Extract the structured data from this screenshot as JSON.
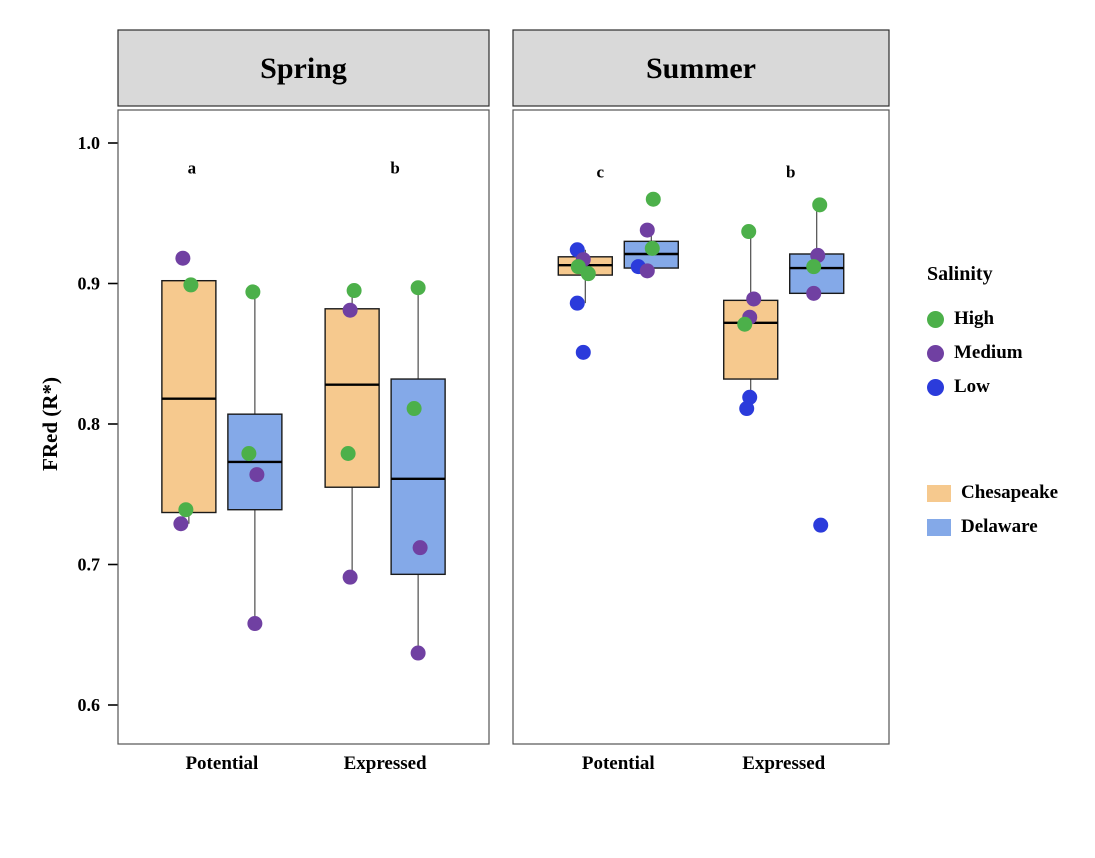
{
  "chart_data": {
    "type": "boxplot",
    "facet_titles": [
      "Spring",
      "Summer"
    ],
    "ylabel": "FRed (R*)",
    "ylim": [
      0.585,
      1.02
    ],
    "yticks": [
      1.0,
      0.9,
      0.8,
      0.7,
      0.6
    ],
    "ytick_labels": [
      "1.0",
      "0.9",
      "0.8",
      "0.7",
      "0.6"
    ],
    "x_categories": [
      "Potential",
      "Expressed"
    ],
    "fill_by": "estuary",
    "point_color_by": "salinity",
    "grid": false,
    "legend_position": "right",
    "panels": [
      {
        "label": "Spring",
        "groups": [
          {
            "category": "Potential",
            "letter": {
              "text": "a",
              "y": 0.982,
              "dx": -30
            },
            "boxes": [
              {
                "estuary": "Chesapeake",
                "q1": 0.737,
                "median": 0.818,
                "q3": 0.902,
                "whisker_low": 0.729,
                "whisker_high": 0.902,
                "points": [
                  {
                    "salinity": "Medium",
                    "value": 0.918,
                    "dx": -6
                  },
                  {
                    "salinity": "High",
                    "value": 0.899,
                    "dx": 2
                  },
                  {
                    "salinity": "High",
                    "value": 0.739,
                    "dx": -3
                  },
                  {
                    "salinity": "Medium",
                    "value": 0.729,
                    "dx": -8
                  }
                ]
              },
              {
                "estuary": "Delaware",
                "q1": 0.739,
                "median": 0.773,
                "q3": 0.807,
                "whisker_low": 0.658,
                "whisker_high": 0.894,
                "points": [
                  {
                    "salinity": "High",
                    "value": 0.894,
                    "dx": -2
                  },
                  {
                    "salinity": "High",
                    "value": 0.779,
                    "dx": -6
                  },
                  {
                    "salinity": "Medium",
                    "value": 0.764,
                    "dx": 2
                  },
                  {
                    "salinity": "Medium",
                    "value": 0.658,
                    "dx": 0
                  }
                ]
              }
            ]
          },
          {
            "category": "Expressed",
            "letter": {
              "text": "b",
              "y": 0.982,
              "dx": 10
            },
            "boxes": [
              {
                "estuary": "Chesapeake",
                "q1": 0.755,
                "median": 0.828,
                "q3": 0.882,
                "whisker_low": 0.691,
                "whisker_high": 0.895,
                "points": [
                  {
                    "salinity": "High",
                    "value": 0.895,
                    "dx": 2
                  },
                  {
                    "salinity": "Medium",
                    "value": 0.881,
                    "dx": -2
                  },
                  {
                    "salinity": "High",
                    "value": 0.779,
                    "dx": -4
                  },
                  {
                    "salinity": "Medium",
                    "value": 0.691,
                    "dx": -2
                  }
                ]
              },
              {
                "estuary": "Delaware",
                "q1": 0.693,
                "median": 0.761,
                "q3": 0.832,
                "whisker_low": 0.637,
                "whisker_high": 0.897,
                "points": [
                  {
                    "salinity": "High",
                    "value": 0.897,
                    "dx": 0
                  },
                  {
                    "salinity": "High",
                    "value": 0.811,
                    "dx": -4
                  },
                  {
                    "salinity": "Medium",
                    "value": 0.712,
                    "dx": 2
                  },
                  {
                    "salinity": "Medium",
                    "value": 0.637,
                    "dx": 0
                  }
                ]
              }
            ]
          }
        ]
      },
      {
        "label": "Summer",
        "groups": [
          {
            "category": "Potential",
            "letter": {
              "text": "c",
              "y": 0.979,
              "dx": -18
            },
            "boxes": [
              {
                "estuary": "Chesapeake",
                "q1": 0.906,
                "median": 0.913,
                "q3": 0.919,
                "whisker_low": 0.886,
                "whisker_high": 0.924,
                "points": [
                  {
                    "salinity": "Low",
                    "value": 0.924,
                    "dx": -8
                  },
                  {
                    "salinity": "Medium",
                    "value": 0.917,
                    "dx": -2
                  },
                  {
                    "salinity": "High",
                    "value": 0.912,
                    "dx": -7
                  },
                  {
                    "salinity": "High",
                    "value": 0.907,
                    "dx": 3
                  },
                  {
                    "salinity": "Low",
                    "value": 0.886,
                    "dx": -8
                  },
                  {
                    "salinity": "Low",
                    "value": 0.851,
                    "dx": -2
                  }
                ]
              },
              {
                "estuary": "Delaware",
                "q1": 0.911,
                "median": 0.921,
                "q3": 0.93,
                "whisker_low": 0.908,
                "whisker_high": 0.938,
                "points": [
                  {
                    "salinity": "High",
                    "value": 0.96,
                    "dx": 2
                  },
                  {
                    "salinity": "Medium",
                    "value": 0.938,
                    "dx": -4
                  },
                  {
                    "salinity": "High",
                    "value": 0.925,
                    "dx": 1
                  },
                  {
                    "salinity": "Low",
                    "value": 0.912,
                    "dx": -13
                  },
                  {
                    "salinity": "Medium",
                    "value": 0.909,
                    "dx": -4
                  }
                ]
              }
            ]
          },
          {
            "category": "Expressed",
            "letter": {
              "text": "b",
              "y": 0.979,
              "dx": 7
            },
            "boxes": [
              {
                "estuary": "Chesapeake",
                "q1": 0.832,
                "median": 0.872,
                "q3": 0.888,
                "whisker_low": 0.812,
                "whisker_high": 0.937,
                "points": [
                  {
                    "salinity": "High",
                    "value": 0.937,
                    "dx": -2
                  },
                  {
                    "salinity": "Medium",
                    "value": 0.889,
                    "dx": 3
                  },
                  {
                    "salinity": "Medium",
                    "value": 0.876,
                    "dx": -1
                  },
                  {
                    "salinity": "High",
                    "value": 0.871,
                    "dx": -6
                  },
                  {
                    "salinity": "Low",
                    "value": 0.819,
                    "dx": -1
                  },
                  {
                    "salinity": "Low",
                    "value": 0.811,
                    "dx": -4
                  }
                ]
              },
              {
                "estuary": "Delaware",
                "q1": 0.893,
                "median": 0.911,
                "q3": 0.921,
                "whisker_low": 0.893,
                "whisker_high": 0.956,
                "points": [
                  {
                    "salinity": "High",
                    "value": 0.956,
                    "dx": 3
                  },
                  {
                    "salinity": "Medium",
                    "value": 0.92,
                    "dx": 1
                  },
                  {
                    "salinity": "High",
                    "value": 0.912,
                    "dx": -3
                  },
                  {
                    "salinity": "Medium",
                    "value": 0.893,
                    "dx": -3
                  },
                  {
                    "salinity": "Low",
                    "value": 0.728,
                    "dx": 4
                  }
                ]
              }
            ]
          }
        ]
      }
    ],
    "legend": {
      "salinity": {
        "title": "Salinity",
        "items": [
          {
            "label": "High",
            "color": "#4cb04a"
          },
          {
            "label": "Medium",
            "color": "#7040a2"
          },
          {
            "label": "Low",
            "color": "#2b3bdb"
          }
        ]
      },
      "estuary": {
        "items": [
          {
            "label": "Chesapeake",
            "color": "#f6c98e"
          },
          {
            "label": "Delaware",
            "color": "#84a9e8"
          }
        ]
      }
    },
    "colors": {
      "strip_bg": "#d9d9d9",
      "strip_border": "#2e2e2e",
      "panel_border": "#545454",
      "box_border": "#1a1a1a",
      "median": "#000000",
      "whisker": "#3c3c3c",
      "text": "#000000",
      "background": "#ffffff"
    }
  }
}
